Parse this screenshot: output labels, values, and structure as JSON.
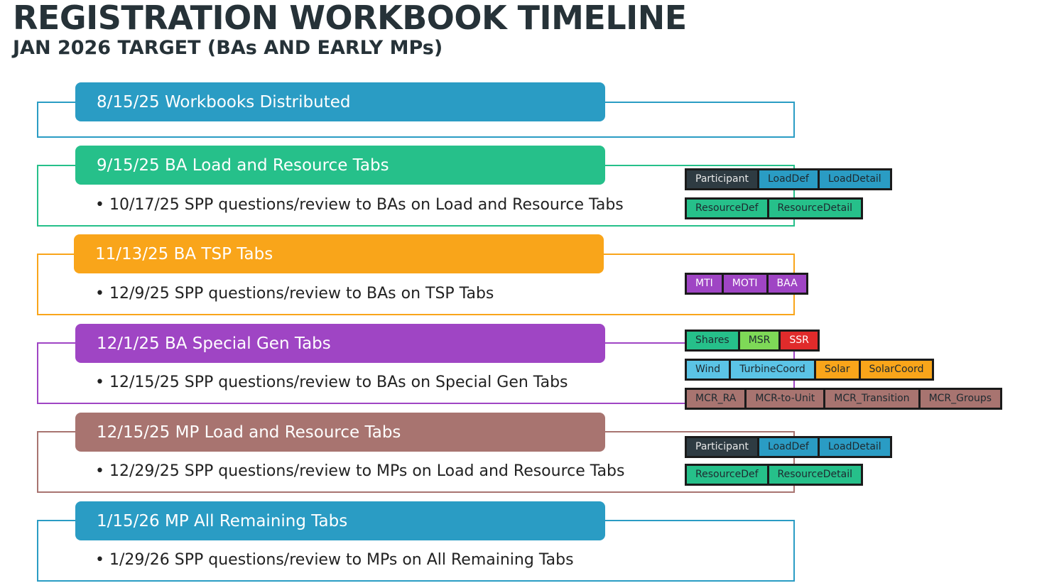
{
  "header": {
    "title": "REGISTRATION WORKBOOK TIMELINE",
    "subtitle": "JAN 2026 TARGET (BAs AND EARLY MPs)"
  },
  "milestones": [
    {
      "label": "8/15/25 Workbooks Distributed",
      "note": "",
      "color": "#2a9cc4"
    },
    {
      "label": "9/15/25 BA Load and Resource Tabs",
      "note": "10/17/25 SPP questions/review to BAs on Load and Resource Tabs",
      "color": "#26c08a"
    },
    {
      "label": "11/13/25 BA TSP Tabs",
      "note": "12/9/25 SPP questions/review to BAs on TSP Tabs",
      "color": "#f9a51a"
    },
    {
      "label": "12/1/25 BA Special Gen Tabs",
      "note": "12/15/25 SPP questions/review to BAs on Special Gen Tabs",
      "color": "#9f45c4"
    },
    {
      "label": "12/15/25 MP Load and Resource Tabs",
      "note": "12/29/25 SPP questions/review to MPs on Load and Resource Tabs",
      "color": "#a87470"
    },
    {
      "label": "1/15/26 MP All Remaining Tabs",
      "note": "1/29/26 SPP questions/review to MPs on All Remaining Tabs",
      "color": "#2a9cc4"
    }
  ],
  "tags": {
    "ba_load_row1": [
      {
        "label": "Participant",
        "color": "#2e3b42",
        "text_color": "#e8e8e8"
      },
      {
        "label": "LoadDef",
        "color": "#2a9cc4",
        "text_color": "#1e2a30"
      },
      {
        "label": "LoadDetail",
        "color": "#2a9cc4",
        "text_color": "#1e2a30"
      }
    ],
    "ba_load_row2": [
      {
        "label": "ResourceDef",
        "color": "#26c08a",
        "text_color": "#1e2a30"
      },
      {
        "label": "ResourceDetail",
        "color": "#26c08a",
        "text_color": "#1e2a30"
      }
    ],
    "tsp_row": [
      {
        "label": "MTI",
        "color": "#9f45c4",
        "text_color": "#ffffff"
      },
      {
        "label": "MOTI",
        "color": "#9f45c4",
        "text_color": "#ffffff"
      },
      {
        "label": "BAA",
        "color": "#9f45c4",
        "text_color": "#ffffff"
      }
    ],
    "special_row1": [
      {
        "label": "Shares",
        "color": "#26c08a",
        "text_color": "#1e2a30"
      },
      {
        "label": "MSR",
        "color": "#7ed957",
        "text_color": "#1e2a30"
      },
      {
        "label": "SSR",
        "color": "#e02b2b",
        "text_color": "#ffffff"
      }
    ],
    "special_row2": [
      {
        "label": "Wind",
        "color": "#5bc4e6",
        "text_color": "#1e2a30"
      },
      {
        "label": "TurbineCoord",
        "color": "#5bc4e6",
        "text_color": "#1e2a30"
      },
      {
        "label": "Solar",
        "color": "#f9a51a",
        "text_color": "#1e2a30"
      },
      {
        "label": "SolarCoord",
        "color": "#f9a51a",
        "text_color": "#1e2a30"
      }
    ],
    "special_row3": [
      {
        "label": "MCR_RA",
        "color": "#a87470",
        "text_color": "#1e2a30"
      },
      {
        "label": "MCR-to-Unit",
        "color": "#a87470",
        "text_color": "#1e2a30"
      },
      {
        "label": "MCR_Transition",
        "color": "#a87470",
        "text_color": "#1e2a30"
      },
      {
        "label": "MCR_Groups",
        "color": "#a87470",
        "text_color": "#1e2a30"
      }
    ],
    "mp_load_row1": [
      {
        "label": "Participant",
        "color": "#2e3b42",
        "text_color": "#e8e8e8"
      },
      {
        "label": "LoadDef",
        "color": "#2a9cc4",
        "text_color": "#1e2a30"
      },
      {
        "label": "LoadDetail",
        "color": "#2a9cc4",
        "text_color": "#1e2a30"
      }
    ],
    "mp_load_row2": [
      {
        "label": "ResourceDef",
        "color": "#26c08a",
        "text_color": "#1e2a30"
      },
      {
        "label": "ResourceDetail",
        "color": "#26c08a",
        "text_color": "#1e2a30"
      }
    ]
  }
}
